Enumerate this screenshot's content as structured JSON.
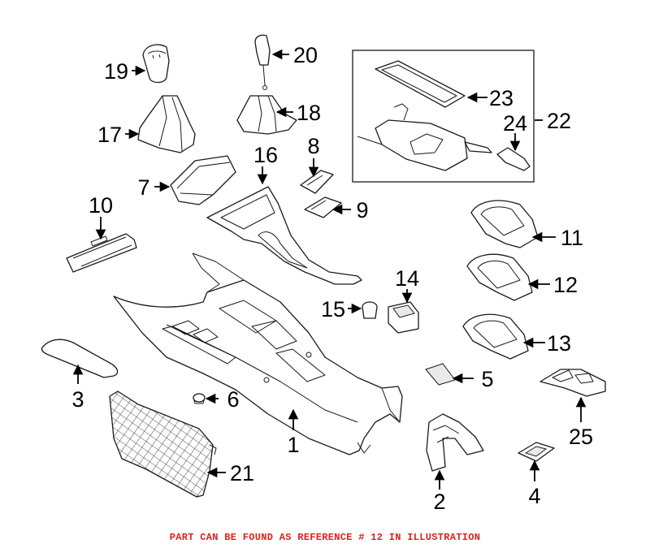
{
  "diagram": {
    "callouts": [
      "1",
      "2",
      "3",
      "4",
      "5",
      "6",
      "7",
      "8",
      "9",
      "10",
      "11",
      "12",
      "13",
      "14",
      "15",
      "16",
      "17",
      "18",
      "19",
      "20",
      "21",
      "22",
      "23",
      "24",
      "25"
    ]
  },
  "footer": {
    "note": "PART CAN BE FOUND AS REFERENCE # 12 IN ILLUSTRATION",
    "note_color": "#e0201b"
  }
}
